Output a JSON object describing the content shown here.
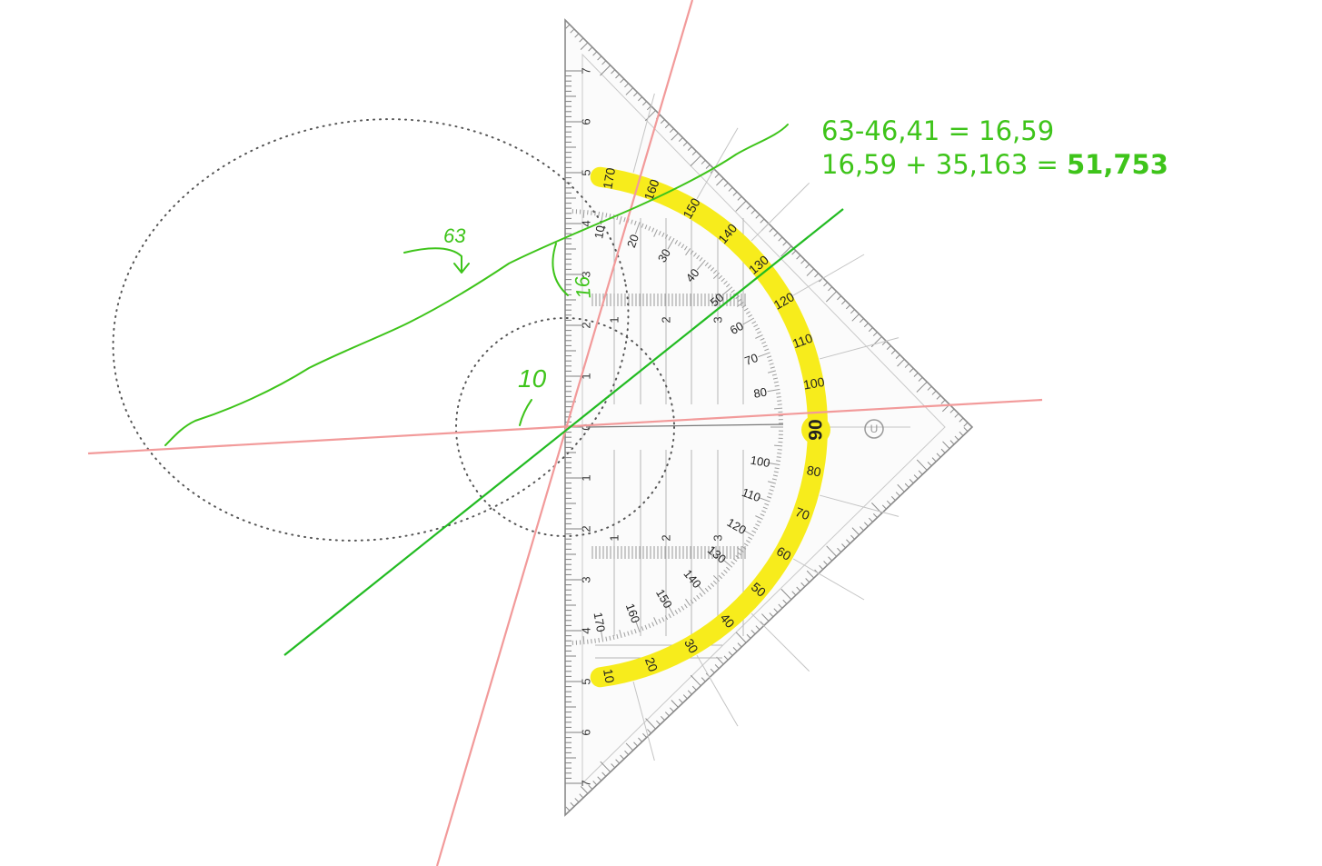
{
  "calculation": {
    "line1": "63-46,41 = 16,59",
    "line2_prefix": "16,59 + 35,163 = ",
    "line2_result": "51,753"
  },
  "handwriting": {
    "note_63": "63",
    "note_16": "16",
    "note_10": "10"
  },
  "protractor": {
    "center_mark": "90",
    "logo": "U",
    "cm_labels": [
      "1",
      "2",
      "3",
      "4",
      "5",
      "6",
      "7"
    ],
    "inner_markings": [
      "1",
      "2",
      "3"
    ],
    "outer_scale_top": [
      "170",
      "160",
      "150",
      "140",
      "130",
      "120",
      "110",
      "100"
    ],
    "outer_scale_bottom": [
      "10",
      "20",
      "30",
      "40",
      "50",
      "60",
      "70",
      "80"
    ],
    "inner_scale_top": [
      "10",
      "20",
      "30",
      "40",
      "50",
      "60",
      "70",
      "80"
    ],
    "inner_scale_bottom": [
      "170",
      "160",
      "150",
      "140",
      "130",
      "120",
      "110",
      "100"
    ]
  },
  "colors": {
    "annotation_green": "#3ec41a",
    "line_green": "#22bb22",
    "line_red": "#f29a9a",
    "scale_yellow": "#f7ec1c",
    "ruler_gray": "#8a8a8a",
    "dotted_outline": "#555555"
  }
}
